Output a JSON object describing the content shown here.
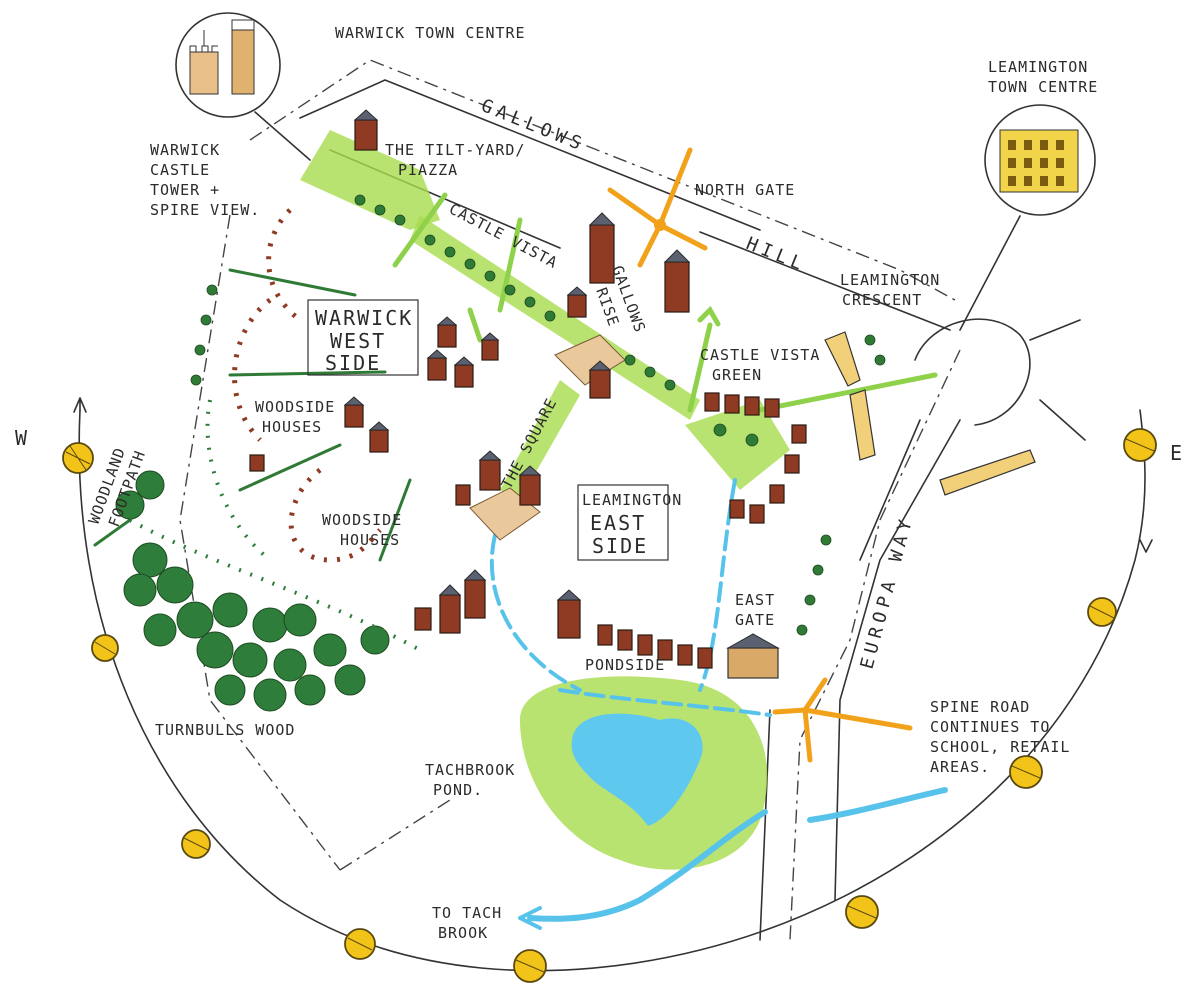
{
  "labels": {
    "warwick_town_centre": "WARWICK TOWN CENTRE",
    "leamington_town_centre_1": "LEAMINGTON",
    "leamington_town_centre_2": "TOWN CENTRE",
    "warwick_castle_1": "WARWICK",
    "warwick_castle_2": "CASTLE",
    "warwick_castle_3": "TOWER +",
    "warwick_castle_4": "SPIRE VIEW.",
    "tiltyard_1": "THE TILT-YARD/",
    "tiltyard_2": "PIAZZA",
    "gallows_hill_1": "GALLOWS",
    "gallows_hill_2": "HILL",
    "north_gate": "NORTH GATE",
    "castle_vista_1": "CASTLE",
    "castle_vista_2": "VISTA",
    "gallows_rise_1": "GALLOWS",
    "gallows_rise_2": "RISE",
    "leamington_crescent_1": "LEAMINGTON",
    "leamington_crescent_2": "CRESCENT",
    "warwick_west_side_1": "WARWICK",
    "warwick_west_side_2": "WEST",
    "warwick_west_side_3": "SIDE",
    "castle_vista_green_1": "CASTLE VISTA",
    "castle_vista_green_2": "GREEN",
    "woodside_houses_a_1": "WOODSIDE",
    "woodside_houses_a_2": "HOUSES",
    "woodside_houses_b_1": "WOODSIDE",
    "woodside_houses_b_2": "HOUSES",
    "the_square": "THE SQUARE",
    "leamington_east_side_1": "LEAMINGTON",
    "leamington_east_side_2": "EAST",
    "leamington_east_side_3": "SIDE",
    "woodland_footpath_1": "WOODLAND",
    "woodland_footpath_2": "FOOTPATH",
    "east_gate_1": "EAST",
    "east_gate_2": "GATE",
    "europa_way": "EUROPA WAY",
    "pondside": "PONDSIDE",
    "spine_road_1": "SPINE ROAD",
    "spine_road_2": "CONTINUES TO",
    "spine_road_3": "SCHOOL, RETAIL",
    "spine_road_4": "AREAS.",
    "turnbulls_wood": "TURNBULLS WOOD",
    "tachbrook_pond_1": "TACHBROOK",
    "tachbrook_pond_2": "POND.",
    "to_tach_brook_1": "TO TACH",
    "to_tach_brook_2": "BROOK",
    "compass_w": "W",
    "compass_e": "E"
  },
  "colors": {
    "green_space": "#a7dc4e",
    "woodland": "#2e7d3a",
    "water": "#5ec8ee",
    "houses": "#8f3a22",
    "roofs": "#5b6170",
    "gateway_arrows": "#f2a21a",
    "route_markers": "#f2c318",
    "square_paving": "#e9c89c"
  },
  "icons": {
    "warwick_castle": "castle-tower-icon",
    "leamington": "town-building-icon",
    "gateway": "gateway-arrows-icon",
    "route_marker": "route-marker-icon",
    "tree": "tree-icon",
    "house": "house-icon"
  }
}
